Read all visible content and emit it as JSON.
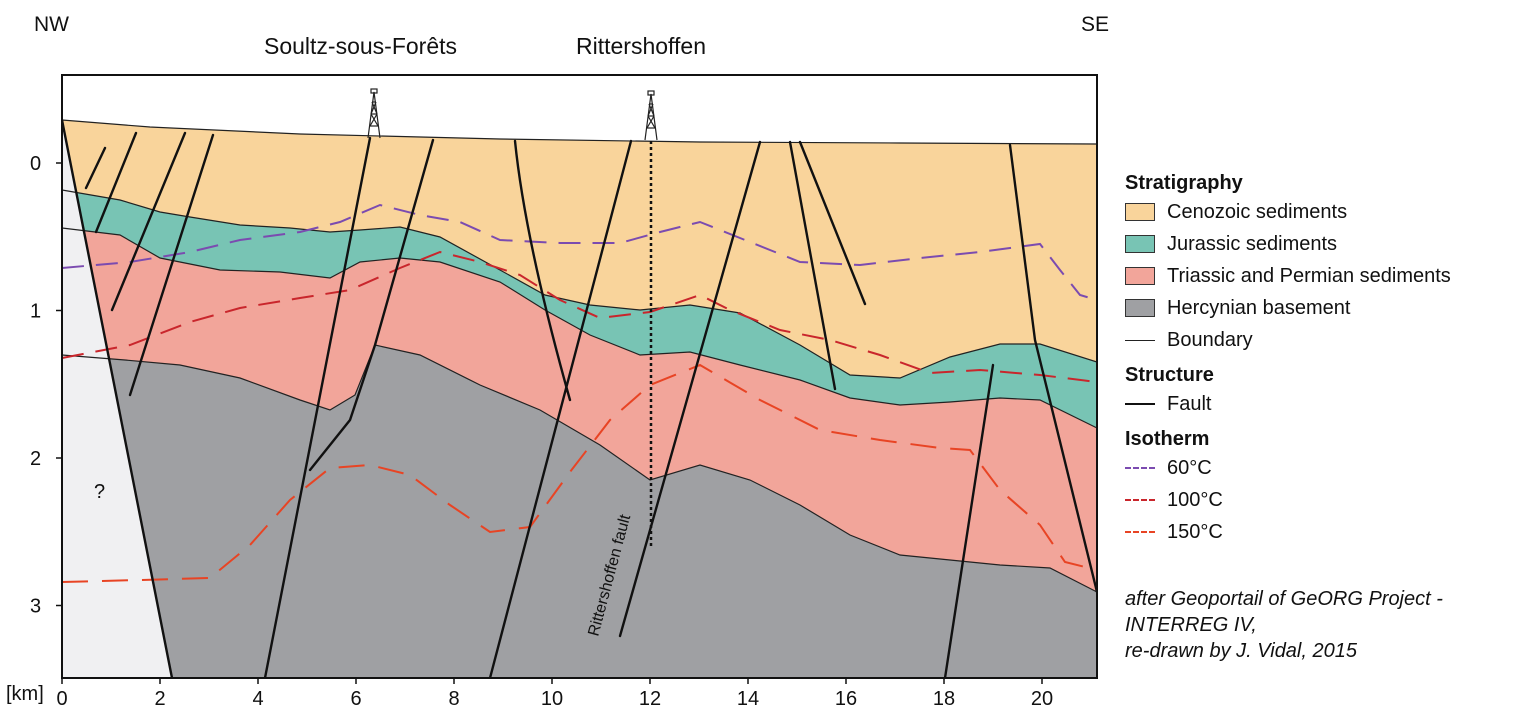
{
  "header": {
    "left_direction": "NW",
    "right_direction": "SE",
    "site_soultz": "Soultz-sous-Forêts",
    "site_rittershoffen": "Rittershoffen"
  },
  "axes": {
    "depth_unit": "[km]",
    "depth_ticks": [
      "0",
      "1",
      "2",
      "3"
    ],
    "distance_ticks": [
      "0",
      "2",
      "4",
      "6",
      "8",
      "10",
      "12",
      "14",
      "16",
      "18",
      "20"
    ]
  },
  "section": {
    "unknown_marker": "?",
    "fault_label": "Rittershoffen fault",
    "colors": {
      "cenozoic": "#f9d49b",
      "jurassic": "#78c4b4",
      "triassic_permian": "#f2a59a",
      "basement": "#9fa0a3",
      "unknown_block": "#f0f0f2",
      "iso_60": "#7b4bb0",
      "iso_100": "#c9262c",
      "iso_150": "#e84424"
    }
  },
  "legend": {
    "stratigraphy_title": "Stratigraphy",
    "stratigraphy": [
      {
        "label": "Cenozoic sediments",
        "color": "#f9d49b"
      },
      {
        "label": "Jurassic sediments",
        "color": "#78c4b4"
      },
      {
        "label": "Triassic and Permian sediments",
        "color": "#f2a59a"
      },
      {
        "label": "Hercynian basement",
        "color": "#9fa0a3"
      }
    ],
    "boundary_label": "Boundary",
    "structure_title": "Structure",
    "fault_label": "Fault",
    "isotherm_title": "Isotherm",
    "isotherms": [
      {
        "label": "60°C",
        "color": "#7b4bb0"
      },
      {
        "label": "100°C",
        "color": "#c9262c"
      },
      {
        "label": "150°C",
        "color": "#e84424"
      }
    ]
  },
  "credit": {
    "line1": "after Geoportail of GeORG Project -",
    "line2": "INTERREG IV,",
    "line3": "re-drawn by J. Vidal, 2015"
  }
}
